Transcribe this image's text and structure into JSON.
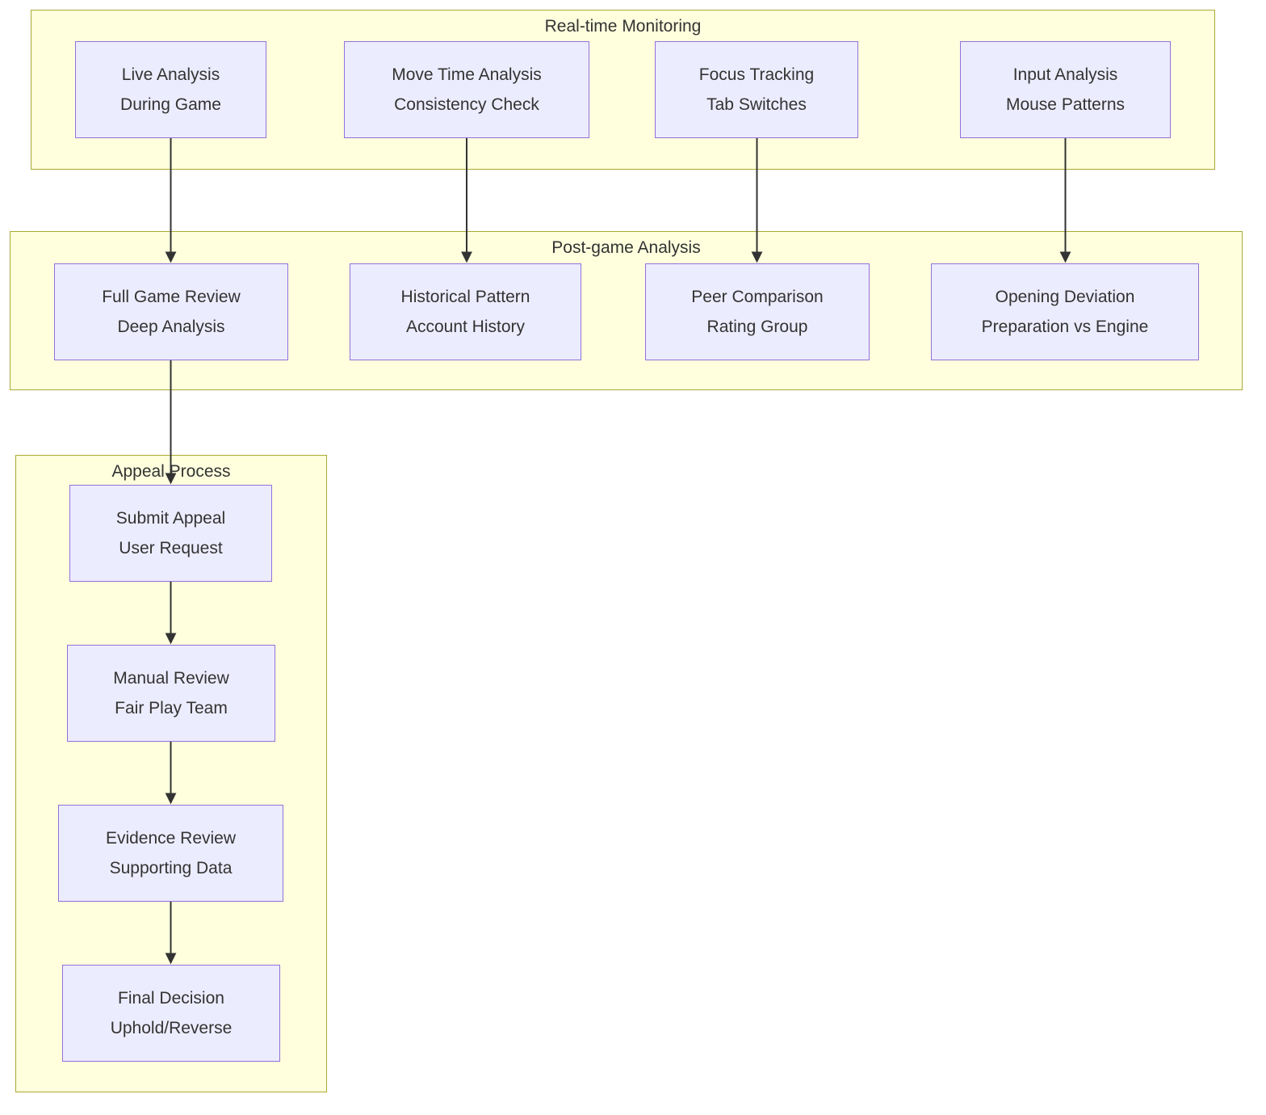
{
  "colors": {
    "cluster_fill": "#ffffde",
    "cluster_border": "#aaaa33",
    "node_fill": "#ECECFF",
    "node_border": "#9370DB",
    "text": "#333333",
    "arrow": "#333333"
  },
  "groups": [
    {
      "title": "Real-time Monitoring",
      "nodes": [
        {
          "line1": "Live Analysis",
          "line2": "During Game"
        },
        {
          "line1": "Move Time Analysis",
          "line2": "Consistency Check"
        },
        {
          "line1": "Focus Tracking",
          "line2": "Tab Switches"
        },
        {
          "line1": "Input Analysis",
          "line2": "Mouse Patterns"
        }
      ]
    },
    {
      "title": "Post-game Analysis",
      "nodes": [
        {
          "line1": "Full Game Review",
          "line2": "Deep Analysis"
        },
        {
          "line1": "Historical Pattern",
          "line2": "Account History"
        },
        {
          "line1": "Peer Comparison",
          "line2": "Rating Group"
        },
        {
          "line1": "Opening Deviation",
          "line2": "Preparation vs Engine"
        }
      ]
    },
    {
      "title": "Appeal Process",
      "nodes": [
        {
          "line1": "Submit Appeal",
          "line2": "User Request"
        },
        {
          "line1": "Manual Review",
          "line2": "Fair Play Team"
        },
        {
          "line1": "Evidence Review",
          "line2": "Supporting Data"
        },
        {
          "line1": "Final Decision",
          "line2": "Uphold/Reverse"
        }
      ]
    }
  ]
}
